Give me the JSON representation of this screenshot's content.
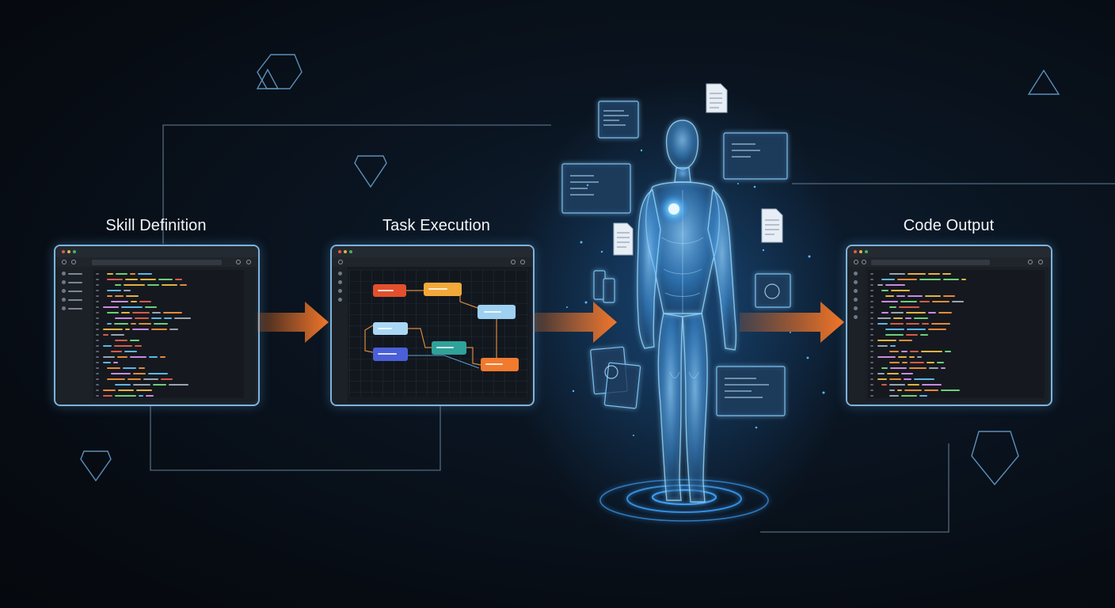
{
  "stages": [
    {
      "title": "Skill Definition"
    },
    {
      "title": "Task Execution"
    },
    {
      "title": "Code Output"
    }
  ],
  "colors": {
    "background": "#070c13",
    "panel_border": "#7fb3d9",
    "arrow": "#f2762a",
    "glow": "#3aa0ff",
    "flow_line": "#5f7a91"
  },
  "icons": [
    "hexagon-icon",
    "triangle-icon",
    "gem-icon",
    "document-icon"
  ]
}
